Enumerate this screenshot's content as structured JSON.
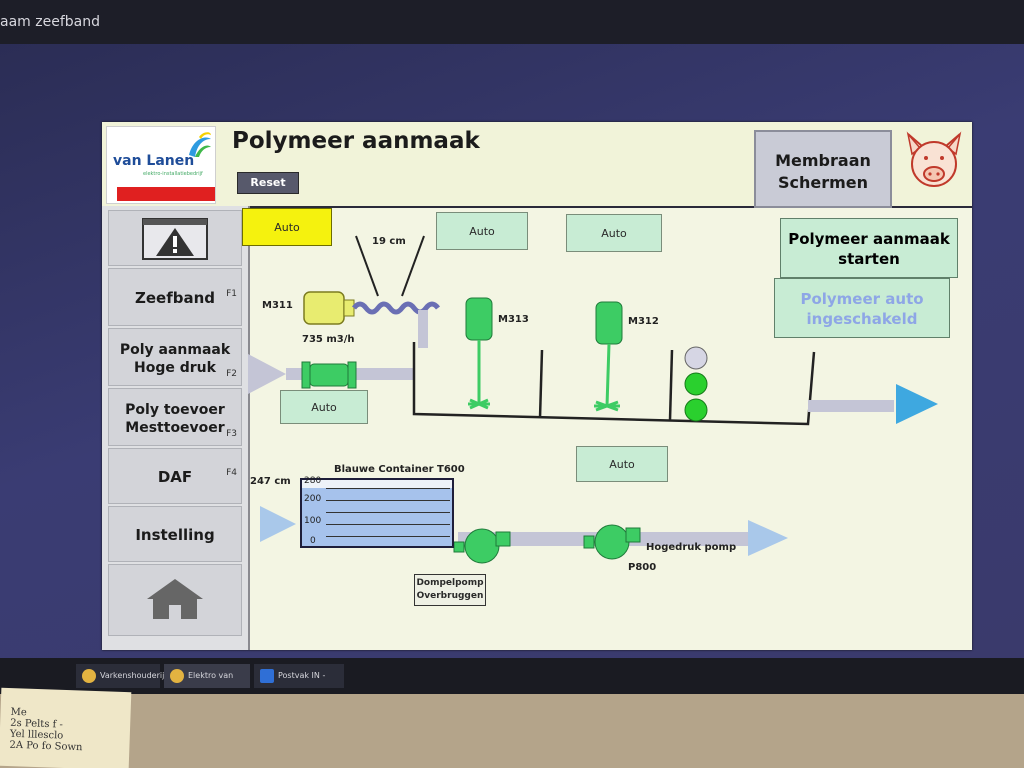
{
  "window": {
    "title": "aam zeefband"
  },
  "header": {
    "logo_text": "van Lanen",
    "logo_sub": "elektro-installatiebedrijf",
    "title": "Polymeer aanmaak",
    "reset_label": "Reset",
    "membraan_label": "Membraan Schermen",
    "pig_icon": "pig-head-icon"
  },
  "sidebar": {
    "items": [
      {
        "label": "",
        "icon": "warning-icon",
        "fkey": ""
      },
      {
        "label": "Zeefband",
        "fkey": "F1"
      },
      {
        "label": "Poly aanmaak Hoge druk",
        "fkey": "F2"
      },
      {
        "label": "Poly toevoer Mesttoevoer",
        "fkey": "F3"
      },
      {
        "label": "DAF",
        "fkey": "F4"
      },
      {
        "label": "Instelling",
        "fkey": ""
      },
      {
        "label": "",
        "icon": "home-icon",
        "fkey": ""
      }
    ]
  },
  "process": {
    "auto_labels": [
      "Auto",
      "Auto",
      "Auto",
      "Auto",
      "Auto"
    ],
    "hopper_level": "19 cm",
    "m311": "M311",
    "flow": "735 m3/h",
    "m313": "M313",
    "m312": "M312",
    "start_button": "Polymeer aanmaak starten",
    "auto_enabled_button": "Polymeer auto ingeschakeld",
    "tank": {
      "name": "Blauwe Container T600",
      "level": "247 cm",
      "ticks": [
        "280",
        "200",
        "100",
        "0"
      ],
      "fill_fraction": 0.88
    },
    "dompelpomp": "Dompelpomp Overbruggen",
    "hogedruk": "Hogedruk pomp",
    "p800": "P800",
    "lamps": [
      "grey",
      "green",
      "green"
    ],
    "colors": {
      "auto_yellow": "#f5f20e",
      "auto_green": "#c8ecd4",
      "motor_green": "#3dcc64",
      "pipe": "#c4c5d6",
      "arrow": "#3ea8e0"
    }
  },
  "taskbar": {
    "items": [
      "Varkenshouderij |...",
      "Elektro van Lanen ...",
      "Postvak IN - yvonn..."
    ]
  },
  "note": {
    "text": "Me\n2s Pelts f -\nYel lllesclo\n2A Po fo Sown"
  }
}
